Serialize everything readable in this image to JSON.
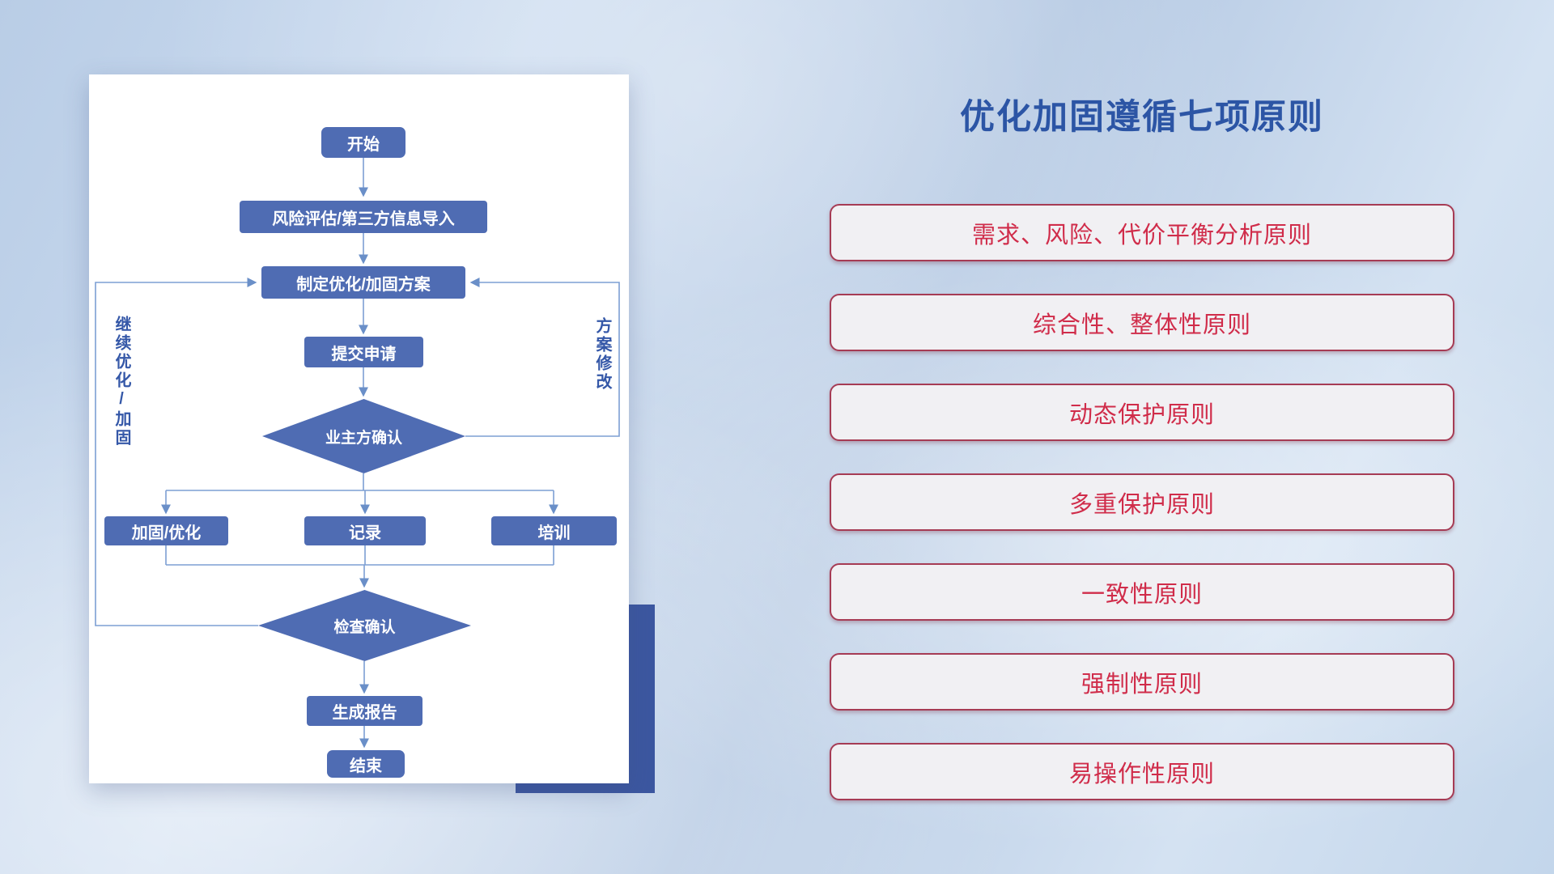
{
  "flowchart": {
    "nodes": {
      "start": "开始",
      "risk": "风险评估/第三方信息导入",
      "plan": "制定优化/加固方案",
      "submit": "提交申请",
      "owner_confirm": "业主方确认",
      "reinforce": "加固/优化",
      "record": "记录",
      "training": "培训",
      "check_confirm": "检查确认",
      "report": "生成报告",
      "end": "结束"
    },
    "labels": {
      "continue_loop": "继续优化/加固",
      "plan_revision": "方案修改"
    },
    "colors": {
      "node_fill": "#4f6cb3",
      "connector": "#7d9fd3",
      "side_label": "#3558a8",
      "accent_block": "#3c57a0",
      "card_bg": "#ffffff"
    }
  },
  "principles": {
    "title": "优化加固遵循七项原则",
    "items": [
      "需求、风险、代价平衡分析原则",
      "综合性、整体性原则",
      "动态保护原则",
      "多重保护原则",
      "一致性原则",
      "强制性原则",
      "易操作性原则"
    ],
    "colors": {
      "title_text": "#2c55a5",
      "item_text": "#d02c4a",
      "item_border": "#a63b54",
      "item_bg": "#f1f0f3"
    }
  }
}
